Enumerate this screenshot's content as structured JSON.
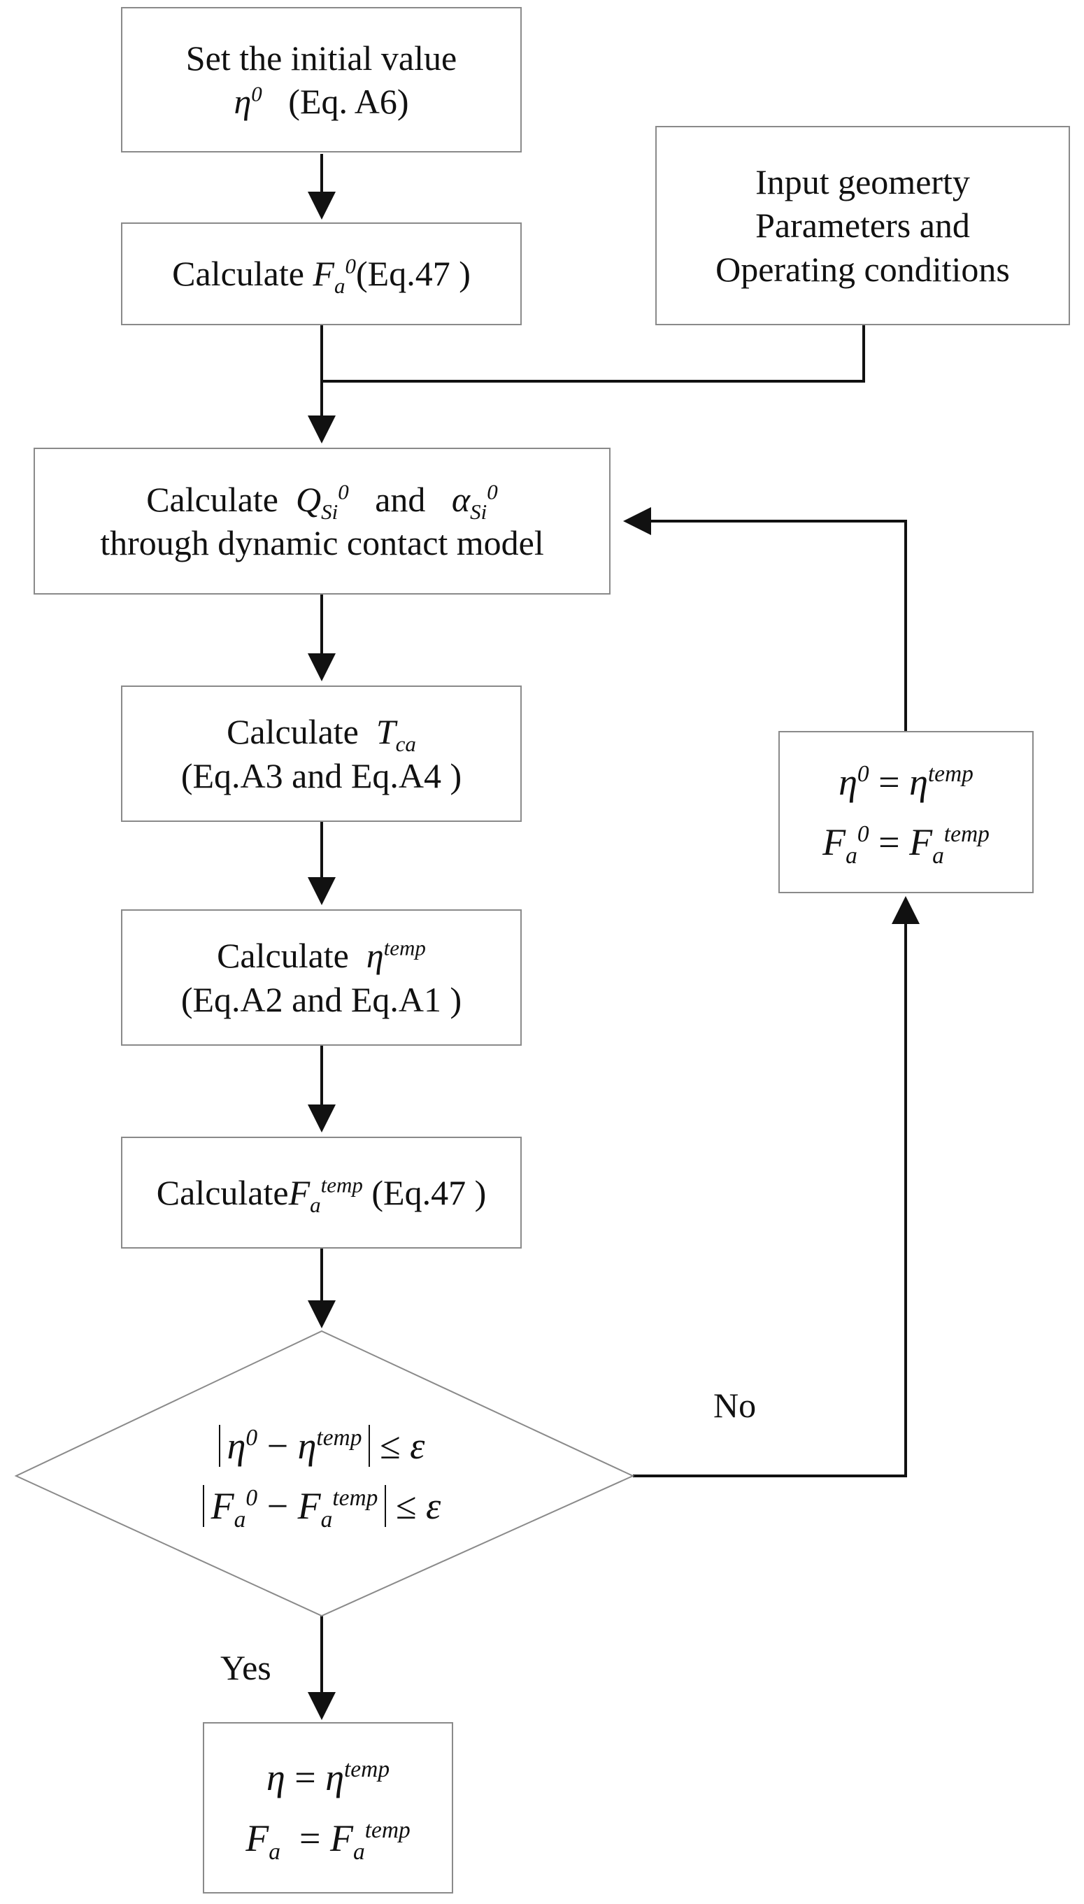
{
  "nodes": {
    "init": {
      "line1": "Set the initial value",
      "suffix": "(Eq. A6)"
    },
    "input": {
      "line1": "Input geomerty",
      "line2": "Parameters and",
      "line3": "Operating conditions"
    },
    "fa0": {
      "prefix": "Calculate",
      "suffix": "(Eq.47 )"
    },
    "contact": {
      "prefix": "Calculate",
      "and": "and",
      "line2": "through dynamic contact model"
    },
    "tca": {
      "prefix": "Calculate",
      "line2": "(Eq.A3 and Eq.A4 )"
    },
    "etatemp": {
      "prefix": "Calculate",
      "line2": "(Eq.A2 and Eq.A1 )"
    },
    "fatemp": {
      "prefix": "Calculate",
      "suffix": "(Eq.47 )"
    },
    "update": {},
    "result": {}
  },
  "decision": {
    "leq": "≤"
  },
  "labels": {
    "no": "No",
    "yes": "Yes"
  },
  "symbols": {
    "eta": "η",
    "F": "F",
    "Q": "Q",
    "alpha": "α",
    "T": "T",
    "eps": "ε",
    "zero": "0",
    "temp": "temp",
    "a": "a",
    "Si": "Si",
    "ca": "ca"
  }
}
